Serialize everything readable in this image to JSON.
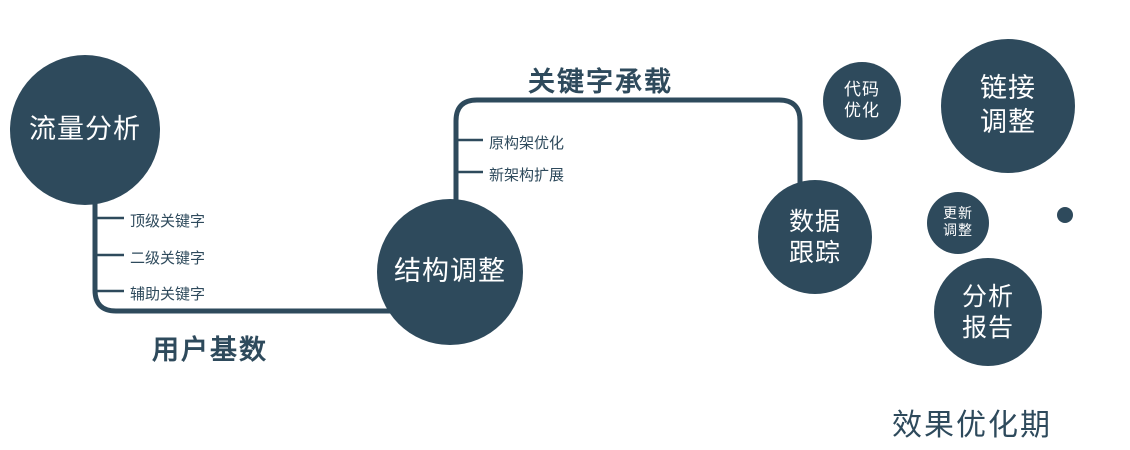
{
  "colors": {
    "primary": "#2e4a5c",
    "node_text": "#ffffff",
    "background": "#ffffff"
  },
  "diagram": {
    "nodes": {
      "traffic_analysis": {
        "label": "流量分析"
      },
      "structure_adjust": {
        "label": "结构调整"
      },
      "data_tracking": {
        "line1": "数据",
        "line2": "跟踪"
      },
      "code_optimization": {
        "line1": "代码",
        "line2": "优化"
      },
      "link_adjustment": {
        "line1": "链接",
        "line2": "调整"
      },
      "update_adjustment": {
        "line1": "更新",
        "line2": "调整"
      },
      "analysis_report": {
        "line1": "分析",
        "line2": "报告"
      }
    },
    "stage1_branches": [
      "顶级关键字",
      "二级关键字",
      "辅助关键字"
    ],
    "stage2_branches": [
      "原构架优化",
      "新架构扩展"
    ],
    "edge_labels": {
      "user_base": "用户基数",
      "keyword_bearing": "关键字承载"
    },
    "caption": "效果优化期"
  }
}
